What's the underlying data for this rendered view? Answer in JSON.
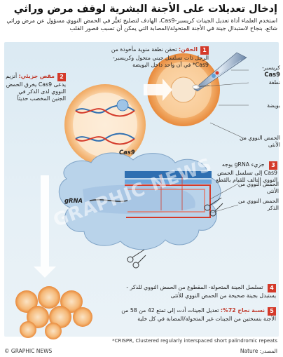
{
  "title": "إدخال تعديلات على الأجنة البشرية لوقف مرض وراثي",
  "intro": "استخدم العلماء أداة تعديل الجينات كريسبر-Cas9، الهادف لتصليح تَغيُّر في الحمض النووي مسؤول عن مرض وراثي شائع، بنجاح لاستبدال جينة في الأجنة المتحولة/المصابة التي يمكن أن تسبب قصور القلب",
  "steps": [
    {
      "num": "1",
      "head": "الحقن:",
      "text": "تحقن نطفة منوية مأخوذة من الرجل ذات تسلسل جيني متحول وكريسبر-Cas9* في آن واحد داخل البويضة"
    },
    {
      "num": "2",
      "head": "مقص جزيئي:",
      "text": "أنزيم يدعى Cas9 يخرق الحمض النووي لدى الذكر في الجنين المخصب حديثاً"
    },
    {
      "num": "3",
      "head": "",
      "text": "جزيء gRNA يوجه Cas9 إلى تسلسل الحمض النووي التالف للقيام بالقطع"
    },
    {
      "num": "4",
      "head": "",
      "text": "تسلسل الجينة المتحولة- المقطوع من الحمض النووي للذكر - يستبدل بجينة صحيحة من الحمض النووي للأنثى"
    },
    {
      "num": "5",
      "head": "نسبة نجاح 72%:",
      "text": "تعديل الجينات أدت إلى تمتع 42 من 58 من الأجنة بنسختين من الجينات غير المتحولة/المصابة في كل خلية"
    }
  ],
  "labels": {
    "crispr": "كريسبر-",
    "cas9": "Cas9",
    "sperm": "نطفة",
    "egg": "بويضة",
    "female_dna": "الحمض النووي من الأنثى",
    "female_dna_2": "الحمض النووي من الأنثى",
    "male_dna": "الحمض النووي من الذكر",
    "cas9_big": "Cas9",
    "grna": "gRNA"
  },
  "footer": {
    "credit": "© GRAPHIC NEWS",
    "source": "المصدر: Nature",
    "footnote": "*CRISPR, Clustered regularly interspaced short palindromic repeats"
  },
  "watermark": "GRAPHIC NEWS",
  "colors": {
    "accent": "#d43a2a",
    "panel": "#dbeaf3",
    "cell": "#f3a35a",
    "blue": "#2f6fb1"
  }
}
